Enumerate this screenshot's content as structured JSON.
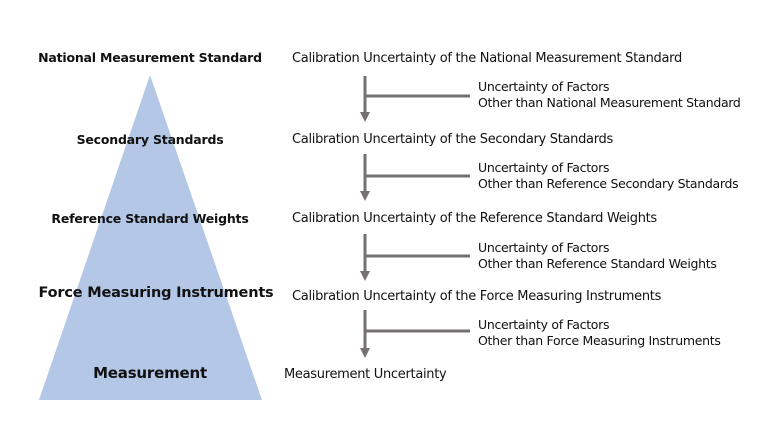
{
  "colors": {
    "pyramid": "#b4c7e7",
    "arrow": "#767171",
    "text": "#111111",
    "background": "#ffffff"
  },
  "levels": [
    {
      "label": "National Measurement Standard"
    },
    {
      "label": "Secondary Standards"
    },
    {
      "label": "Reference Standard Weights"
    },
    {
      "label": "Force Measuring Instruments"
    },
    {
      "label": "Measurement"
    }
  ],
  "calibration": [
    {
      "text": "Calibration Uncertainty of the National Measurement Standard"
    },
    {
      "text": "Calibration Uncertainty of the Secondary Standards"
    },
    {
      "text": "Calibration Uncertainty of the Reference Standard Weights"
    },
    {
      "text": "Calibration Uncertainty of the Force Measuring Instruments"
    },
    {
      "text": "Measurement Uncertainty"
    }
  ],
  "factors": [
    {
      "line1": "Uncertainty of Factors",
      "line2": "Other than National Measurement Standard"
    },
    {
      "line1": "Uncertainty of Factors",
      "line2": "Other than Reference Secondary Standards"
    },
    {
      "line1": "Uncertainty of Factors",
      "line2": "Other than Reference Standard Weights"
    },
    {
      "line1": "Uncertainty of Factors",
      "line2": "Other than Force Measuring Instruments"
    }
  ]
}
